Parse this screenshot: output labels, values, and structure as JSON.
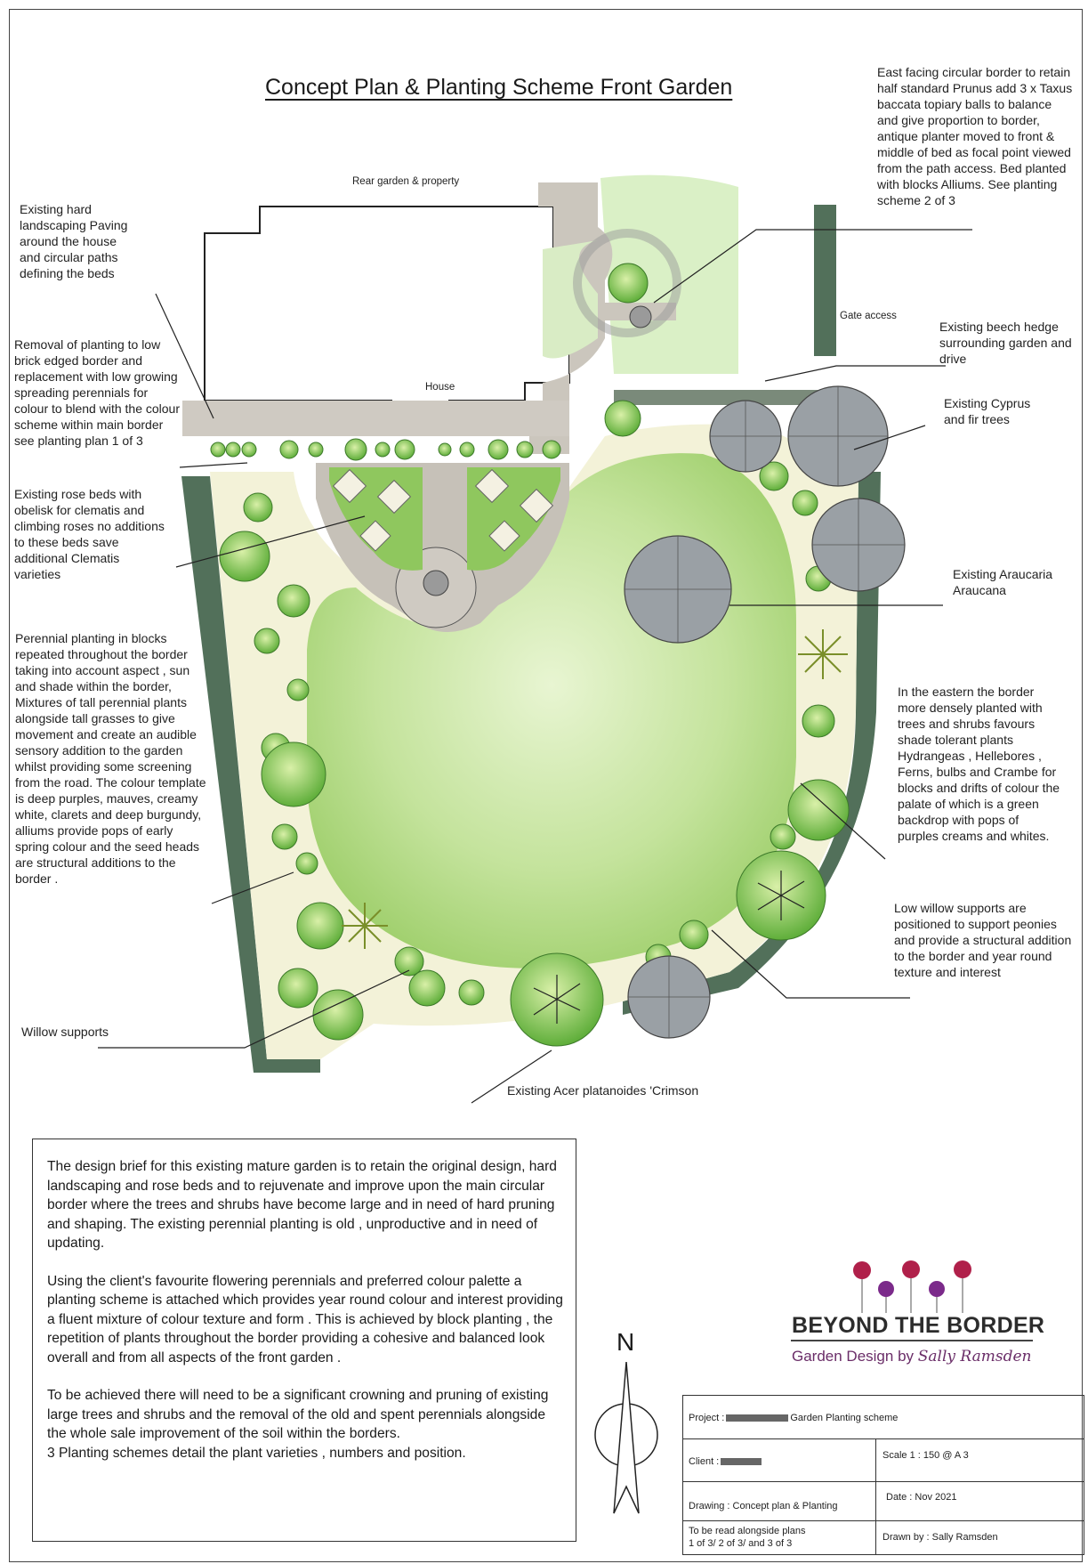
{
  "title": "Concept  Plan & Planting Scheme Front Garden",
  "plan_labels": {
    "rear_garden": "Rear garden & property",
    "house": "House",
    "gate_access": "Gate access"
  },
  "annotations": {
    "hard_landscaping": "Existing hard landscaping Paving around the house  and  circular paths defining the beds",
    "removal_planting": "Removal of planting to low brick edged border and replacement with  low growing spreading perennials  for colour to blend with the colour scheme  within main border see planting plan 1 of 3",
    "rose_beds": "Existing rose beds with obelisk for clematis and climbing roses  no additions to these beds save additional Clematis varieties",
    "perennial_planting": "Perennial planting in blocks repeated throughout the border taking into account aspect , sun and shade within the border, Mixtures of tall perennial plants  alongside tall grasses to give movement  and create an audible sensory addition to the garden whilst providing some  screening from the road. The colour template is deep purples, mauves, creamy white, clarets and deep burgundy, alliums  provide pops of early spring colour and the seed heads are  structural additions to the border .",
    "willow_supports": "Willow supports",
    "acer": "Existing Acer platanoides 'Crimson",
    "east_border": "East facing circular border  to retain half standard Prunus add 3 x Taxus baccata topiary balls to balance and give proportion to border, antique planter moved to front & middle of bed  as focal point viewed from the  path access. Bed planted with  blocks Alliums. See planting scheme 2 of 3",
    "beech_hedge": "Existing beech hedge surrounding garden and drive",
    "cyprus": "Existing Cyprus and fir trees",
    "araucaria": "Existing Araucaria Araucana",
    "eastern_border": "In the eastern the border more  densely planted with trees and shrubs favours shade tolerant plants Hydrangeas , Hellebores , Ferns, bulbs and Crambe for blocks and drifts of colour  the palate of which is a green backdrop with pops of purples  creams and whites.",
    "low_willow": "Low willow supports are positioned to support peonies and provide a structural addition to the border  and year round  texture and interest"
  },
  "brief": {
    "p1": "The design brief for this existing mature garden is to retain the  original design, hard landscaping and  rose beds and to rejuvenate and improve upon the main circular border where the trees and shrubs have become large and in need of hard pruning and shaping. The existing perennial planting is old , unproductive  and in need of updating.",
    "p2": "Using the client's  favourite  flowering perennials and  preferred colour palette  a planting scheme is attached  which provides  year round colour and interest providing  a fluent mixture of colour texture and form . This is achieved by block planting , the repetition of plants  throughout the border providing a cohesive and balanced look overall and from all aspects of the front garden .",
    "p3": "To be achieved there will need to be a significant  crowning and pruning of existing large trees and shrubs  and the removal of the old and spent perennials alongside the whole sale improvement of the soil within the borders.",
    "p4": " 3 Planting schemes  detail the plant varieties , numbers and position."
  },
  "north": "N",
  "logo": {
    "name": "BEYOND THE BORDER",
    "sub": "Garden Design by ",
    "signature": "Sally  Ramsden"
  },
  "title_block": {
    "project_label": "Project :",
    "project_value": "Garden Planting scheme",
    "client_label": "Client :",
    "scale": "Scale 1 : 150 @ A 3",
    "drawing": "Drawing : Concept plan & Planting",
    "date": "Date : Nov 2021",
    "read_line1": "To be read alongside  plans",
    "read_line2": "1 of 3/ 2 of 3/ and 3 of 3",
    "drawn_by": "Drawn by : Sally Ramsden"
  },
  "colors": {
    "lawn": "#b7dc8a",
    "lawn_light": "#dff0c4",
    "hedge": "#4f6b52",
    "paving": "#c9c5bd",
    "tree_grey": "#8a8f94",
    "logo_purple": "#6a2d68",
    "allium_red": "#b0204a",
    "allium_purple": "#7b2a8a"
  }
}
